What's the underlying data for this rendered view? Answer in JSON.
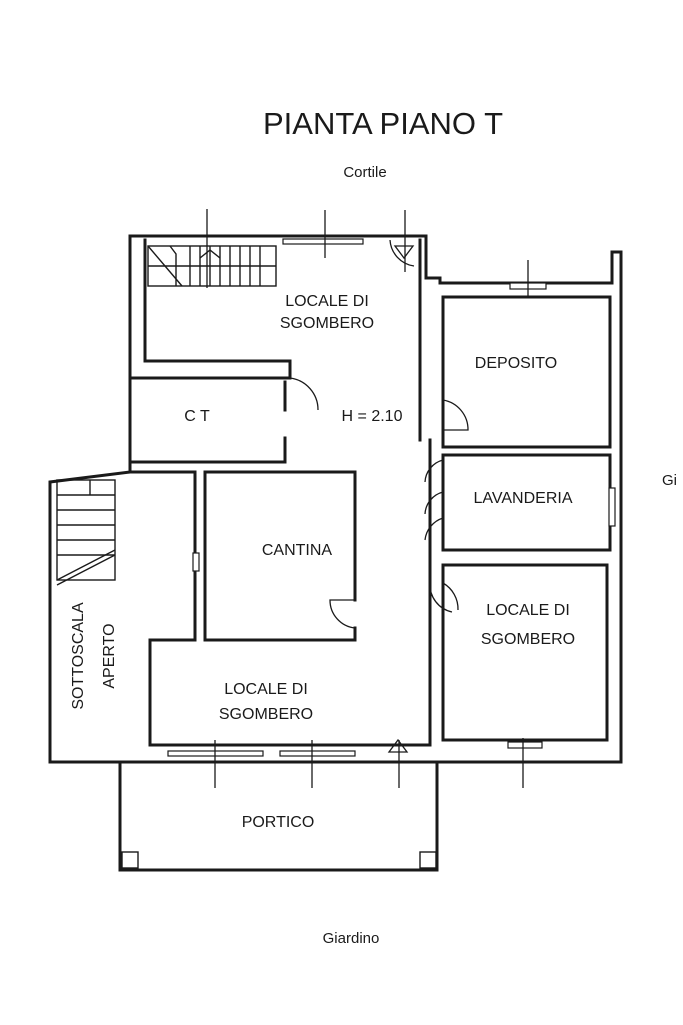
{
  "title": "PIANTA PIANO T",
  "orientation": {
    "top": "Cortile",
    "bottom": "Giardino",
    "right": "Gi"
  },
  "rooms": {
    "sgombero_1": [
      "LOCALE DI",
      "SGOMBERO"
    ],
    "ct": "C T",
    "height": "H = 2.10",
    "deposito": "DEPOSITO",
    "lavanderia": "LAVANDERIA",
    "cantina": "CANTINA",
    "sgombero_2": [
      "LOCALE DI",
      "SGOMBERO"
    ],
    "sottoscala": [
      "SOTTOSCALA",
      "APERTO"
    ],
    "sgombero_3": [
      "LOCALE DI",
      "SGOMBERO"
    ],
    "portico": "PORTICO"
  }
}
